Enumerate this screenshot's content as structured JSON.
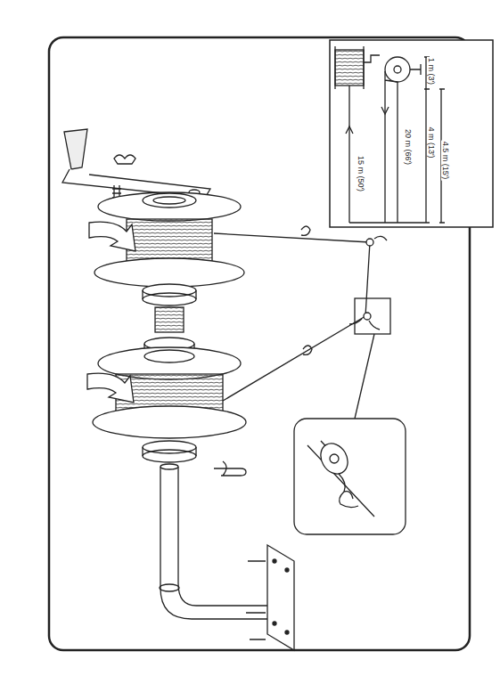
{
  "diagram": {
    "labels": [
      "1 m (3')",
      "4 m (13')",
      "4.5 m (15')",
      "20 m (66')",
      "15 m (50')"
    ]
  }
}
